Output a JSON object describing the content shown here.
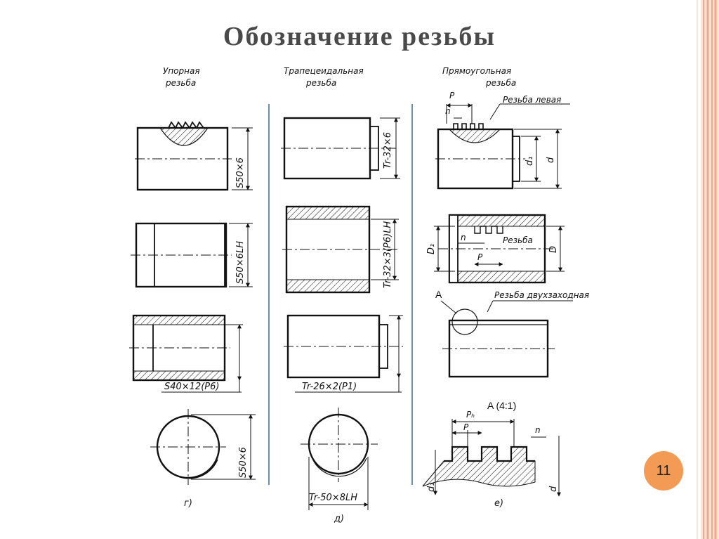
{
  "slide": {
    "title": "Обозначение резьбы",
    "page_number": "11"
  },
  "columns": {
    "left": {
      "header_line1": "Упорная",
      "header_line2": "резьба",
      "caption": "г)"
    },
    "middle": {
      "header_line1": "Трапецеидальная",
      "header_line2": "резьба",
      "caption": "д)"
    },
    "right": {
      "header_line1": "Прямоугольная",
      "header_line2": "резьба",
      "caption": "е)"
    }
  },
  "designations": {
    "left_1": "S50×6",
    "left_2": "S50×6LH",
    "left_3": "S40×12(P6)",
    "left_4": "S50×6",
    "mid_1": "Tr-32×6",
    "mid_2": "Tr-32×3(P6)LH",
    "mid_3": "Tr-26×2(P1)",
    "mid_4": "Tr-50×8LH"
  },
  "right_labels": {
    "p": "P",
    "n": "n",
    "thread_left": "Резьба левая",
    "d1": "d₁",
    "d": "d",
    "D1": "D₁",
    "D": "D",
    "thread": "Резьба",
    "detail_A": "A",
    "thread_double": "Резьба двухзаходная",
    "detail_title": "A (4:1)",
    "ph": "Pₕ",
    "d1_bottom": "d₁",
    "d_bottom": "d"
  },
  "colors": {
    "background": "#ffffff",
    "border_salmon": "#f2a98a",
    "border_light": "#fbe3d7",
    "title": "#4a4a4a",
    "badge": "#f39a55",
    "divider": "#6a8fb0",
    "ink": "#111111"
  }
}
